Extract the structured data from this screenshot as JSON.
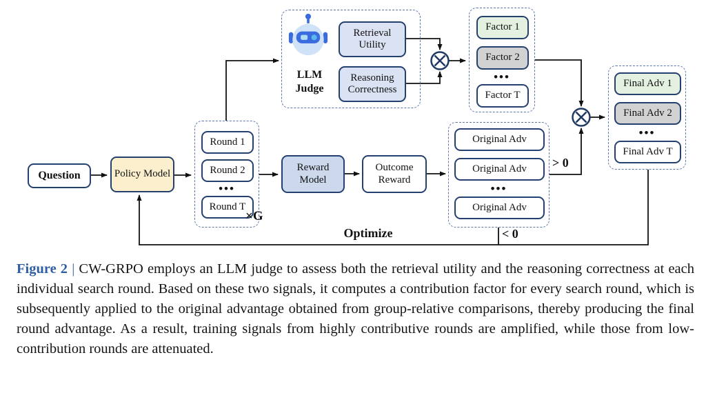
{
  "figure": {
    "nodes": {
      "question": "Question",
      "policy_model": "Policy Model",
      "reward_model": "Reward Model",
      "outcome_reward": "Outcome Reward",
      "retrieval_utility": "Retrieval Utility",
      "reasoning_correctness": "Reasoning Correctness",
      "llm_judge": "LLM Judge"
    },
    "groups": {
      "rounds": {
        "items": [
          "Round 1",
          "Round 2",
          "Round T"
        ],
        "ellipsis": "•••",
        "multiplier": "×G"
      },
      "original_adv": {
        "items": [
          "Original Adv",
          "Original Adv",
          "Original Adv"
        ],
        "ellipsis": "•••"
      },
      "factors": {
        "items": [
          "Factor 1",
          "Factor 2",
          "Factor T"
        ],
        "ellipsis": "•••"
      },
      "final_adv": {
        "items": [
          "Final Adv 1",
          "Final Adv 2",
          "Final Adv T"
        ],
        "ellipsis": "•••"
      }
    },
    "edge_labels": {
      "positive": "> 0",
      "negative": "< 0",
      "optimize": "Optimize"
    },
    "operators": {
      "multiply": "⊗"
    },
    "colors": {
      "box_border": "#24406e",
      "dashed_border": "#5b77ad",
      "edge_line": "#111111",
      "policy_fill": "#fcefcd",
      "reward_fill": "#ccd9ec",
      "judge_signal_fill": "#dae2f3",
      "green_fill": "#e4f1e0",
      "gray_fill": "#d2d2d2",
      "white_fill": "#ffffff",
      "robot_blue": "#3a6ce0",
      "robot_head": "#cfe2f8",
      "caption_accent": "#2e5fa3"
    }
  },
  "caption": {
    "figure_label": "Figure 2",
    "separator": "|",
    "body": "CW-GRPO employs an LLM judge to assess both the retrieval utility and the reasoning correctness at each individual search round. Based on these two signals, it computes a contribution factor for every search round, which is subsequently applied to the original advantage obtained from group-relative comparisons, thereby producing the final round advantage. As a result, training signals from highly contributive rounds are amplified, while those from low-contribution rounds are attenuated."
  }
}
